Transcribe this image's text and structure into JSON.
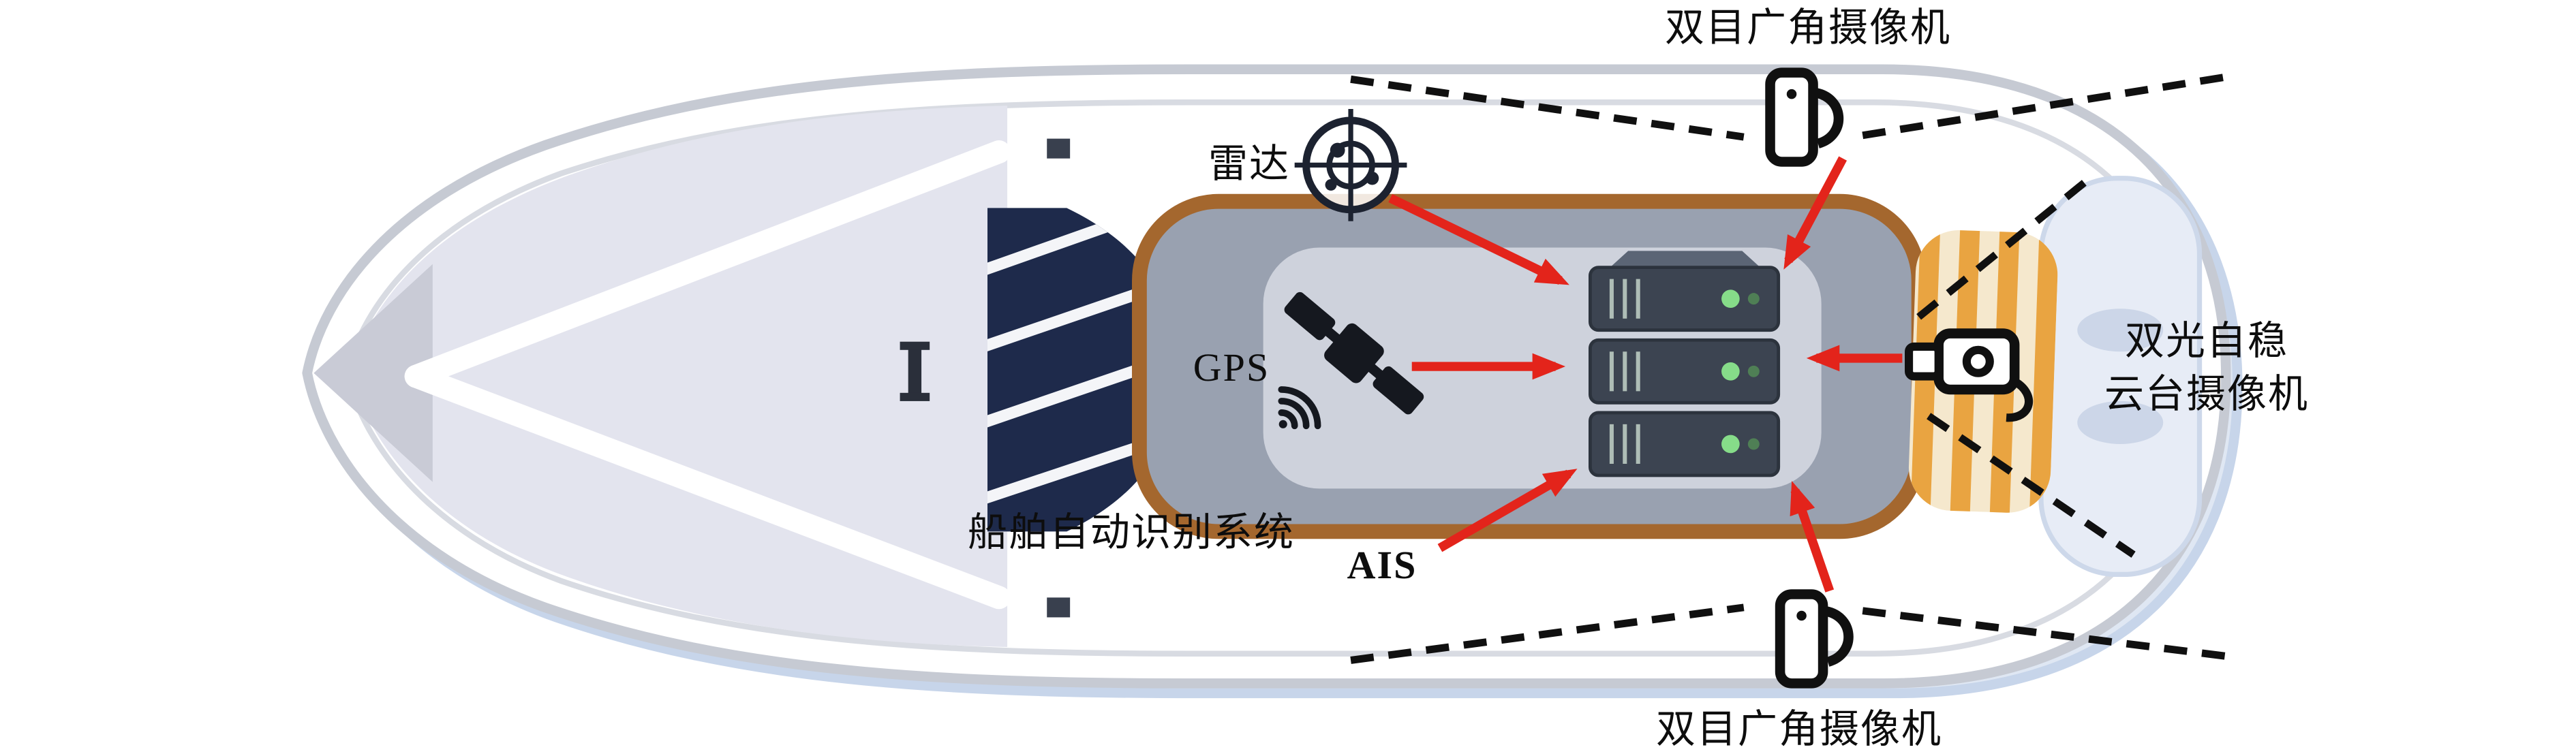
{
  "labels": {
    "camera_top": "双目广角摄像机",
    "camera_bottom": "双目广角摄像机",
    "radar": "雷达",
    "gps": "GPS",
    "ais_system": "船舶自动识别系统",
    "ais": "AIS",
    "gimbal_camera_line1": "双光自稳",
    "gimbal_camera_line2": "云台摄像机"
  },
  "palette": {
    "arrow_red": "#e3241b",
    "dashed_line": "#101010",
    "cabin_border_brown": "#a4672e",
    "cabin_gray": "#99a1b0",
    "inner_panel_gray": "#ced2dc",
    "windshield_navy": "#1e2a4b",
    "sunbed_orange": "#e9a441",
    "sunbed_cream": "#f5e8cd",
    "hull_outline": "#c6cad3",
    "bow_deck": "#e3e4ee",
    "stern_blue": "#e7ecf6",
    "server_body": "#3c4451",
    "led_green": "#86dc89"
  },
  "icons": [
    "radar-icon",
    "gps-satellite-icon",
    "server-rack",
    "binocular-camera-top-icon",
    "binocular-camera-bottom-icon",
    "gimbal-camera-icon"
  ]
}
